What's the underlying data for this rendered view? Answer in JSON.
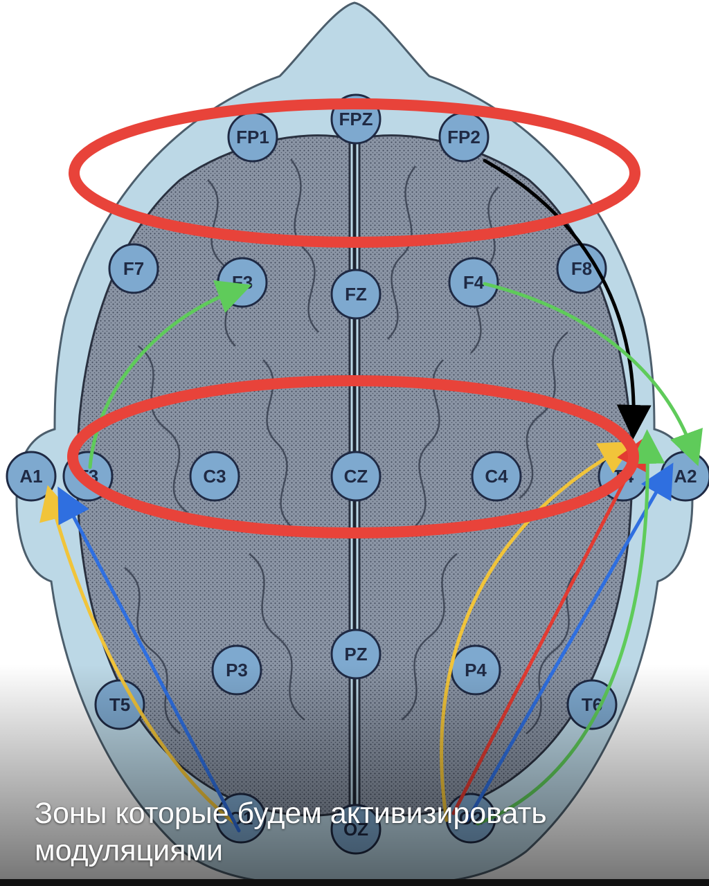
{
  "caption": "Зоны которые будем активизировать модуляциями",
  "electrodes": [
    {
      "id": "fp1",
      "label": "FP1"
    },
    {
      "id": "fpz",
      "label": "FPZ"
    },
    {
      "id": "fp2",
      "label": "FP2"
    },
    {
      "id": "f7",
      "label": "F7"
    },
    {
      "id": "f3",
      "label": "F3"
    },
    {
      "id": "fz",
      "label": "FZ"
    },
    {
      "id": "f4",
      "label": "F4"
    },
    {
      "id": "f8",
      "label": "F8"
    },
    {
      "id": "a1",
      "label": "A1"
    },
    {
      "id": "t3",
      "label": "T3"
    },
    {
      "id": "c3",
      "label": "C3"
    },
    {
      "id": "cz",
      "label": "CZ"
    },
    {
      "id": "c4",
      "label": "C4"
    },
    {
      "id": "t4",
      "label": "T4"
    },
    {
      "id": "a2",
      "label": "A2"
    },
    {
      "id": "t5",
      "label": "T5"
    },
    {
      "id": "p3",
      "label": "P3"
    },
    {
      "id": "pz",
      "label": "PZ"
    },
    {
      "id": "p4",
      "label": "P4"
    },
    {
      "id": "t6",
      "label": "T6"
    },
    {
      "id": "o1",
      "label": "O1"
    },
    {
      "id": "oz",
      "label": "OZ"
    },
    {
      "id": "o2",
      "label": "O2"
    }
  ],
  "colors": {
    "head_fill": "#bcd8e6",
    "brain_fill": "#7d8797",
    "electrode_fill": "#7ea9cf",
    "highlight_ring": "#e8433a",
    "arrow_green": "#5fcb5a",
    "arrow_yellow": "#f1c43a",
    "arrow_blue": "#2f6fe0",
    "arrow_red": "#e23b32",
    "arrow_black": "#000000"
  }
}
